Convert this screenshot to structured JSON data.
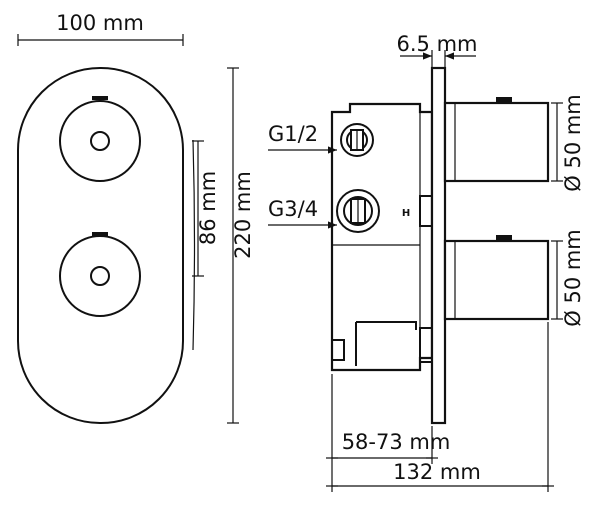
{
  "dimensions": {
    "plate_width": "100 mm",
    "plate_height": "220 mm",
    "knob_spacing": "86 mm",
    "plate_thickness": "6.5 mm",
    "knob_diameter_top": "Ø 50 mm",
    "knob_diameter_bottom": "Ø 50 mm",
    "depth_range": "58-73 mm",
    "total_depth": "132 mm"
  },
  "connections": {
    "inlet_small": "G1/2",
    "inlet_large": "G3/4"
  },
  "markings": {
    "hot_mark": "H"
  }
}
